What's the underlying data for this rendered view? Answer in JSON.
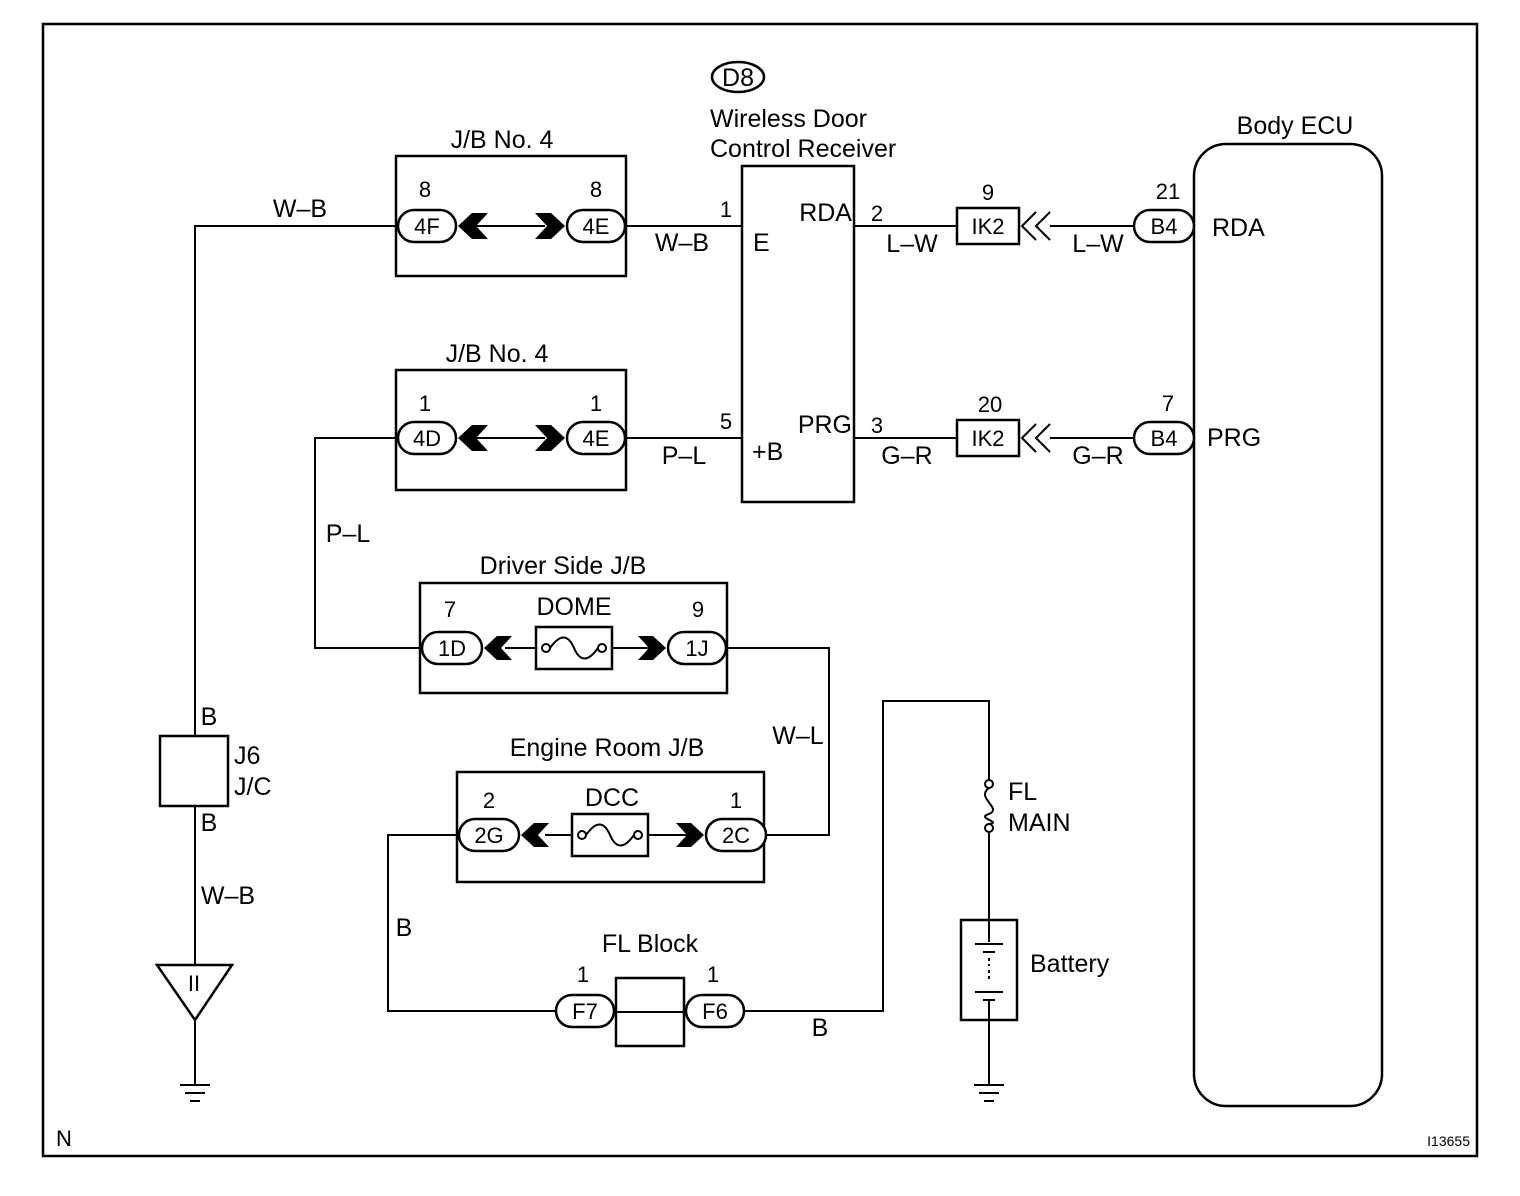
{
  "diagram": {
    "corner_label": "N",
    "figure_id": "I13655",
    "receiver": {
      "code": "D8",
      "name_line1": "Wireless Door",
      "name_line2": "Control Receiver",
      "pin_e_num": "1",
      "pin_e": "E",
      "pin_b_num": "5",
      "pin_b": "+B",
      "pin_rda_num": "2",
      "pin_rda": "RDA",
      "pin_prg_num": "3",
      "pin_prg": "PRG"
    },
    "body_ecu": {
      "name": "Body ECU",
      "rda": "RDA",
      "prg": "PRG",
      "rda_conn": "B4",
      "rda_pin": "21",
      "prg_conn": "B4",
      "prg_pin": "7"
    },
    "ik2_top": {
      "conn": "IK2",
      "pin": "9"
    },
    "ik2_bottom": {
      "conn": "IK2",
      "pin": "20"
    },
    "jb4_top": {
      "title": "J/B No. 4",
      "left_conn": "4F",
      "left_pin": "8",
      "right_conn": "4E",
      "right_pin": "8"
    },
    "jb4_bottom": {
      "title": "J/B No. 4",
      "left_conn": "4D",
      "left_pin": "1",
      "right_conn": "4E",
      "right_pin": "1"
    },
    "driver_jb": {
      "title": "Driver Side J/B",
      "fuse": "DOME",
      "left_conn": "1D",
      "left_pin": "7",
      "right_conn": "1J",
      "right_pin": "9"
    },
    "engine_jb": {
      "title": "Engine Room J/B",
      "fuse": "DCC",
      "left_conn": "2G",
      "left_pin": "2",
      "right_conn": "2C",
      "right_pin": "1"
    },
    "fl_block": {
      "title": "FL Block",
      "left_conn": "F7",
      "left_pin": "1",
      "right_conn": "F6",
      "right_pin": "1"
    },
    "fl_main": {
      "line1": "FL",
      "line2": "MAIN"
    },
    "battery": "Battery",
    "jc": {
      "line1": "J6",
      "line2": "J/C",
      "top_pin": "B",
      "bottom_pin": "B"
    },
    "ground_point": "II",
    "wires": {
      "wb_top_left": "W–B",
      "wb_top_right": "W–B",
      "pl_right": "P–L",
      "pl_left": "P–L",
      "lw_left": "L–W",
      "lw_right": "L–W",
      "gr_left": "G–R",
      "gr_right": "G–R",
      "wl": "W–L",
      "b_engine": "B",
      "b_fl": "B",
      "wb_bottom": "W–B"
    }
  }
}
